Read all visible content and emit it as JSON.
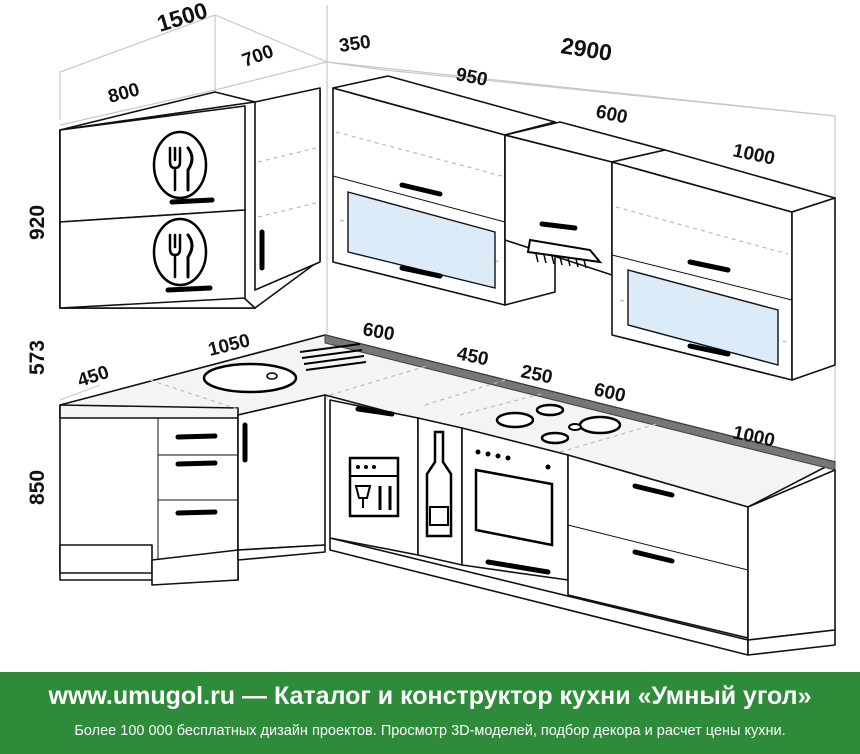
{
  "dimensions": {
    "top_left_total": "1500",
    "top_left_cabinet": "800",
    "top_corner_cabinet": "700",
    "top_gap": "350",
    "top_right_total": "2900",
    "top_glass_cabinet": "950",
    "top_hood_cabinet": "600",
    "top_right_cabinet": "1000",
    "height_upper": "920",
    "height_gap": "573",
    "height_base": "850",
    "base_left_depth": "450",
    "base_corner_width": "1050",
    "base_sink_width": "600",
    "base_dishwasher": "450",
    "base_bottle": "250",
    "base_oven": "600",
    "base_right": "1000"
  },
  "footer": {
    "site_text": "www.umugol.ru — Каталог и конструктор кухни «Умный угол»",
    "subtitle": "Более 100 000 бесплатных дизайн проектов. Просмотр 3D-моделей, подбор декора и расчет цены кухни."
  },
  "colors": {
    "footer_bg": "#2e8b3a",
    "glass": "#dcebf8",
    "line": "#111111"
  },
  "icons": [
    "cutlery-icon",
    "range-hood-icon",
    "dishwasher-icon",
    "bottle-icon",
    "oven-icon",
    "cooktop-icon",
    "sink-icon"
  ]
}
